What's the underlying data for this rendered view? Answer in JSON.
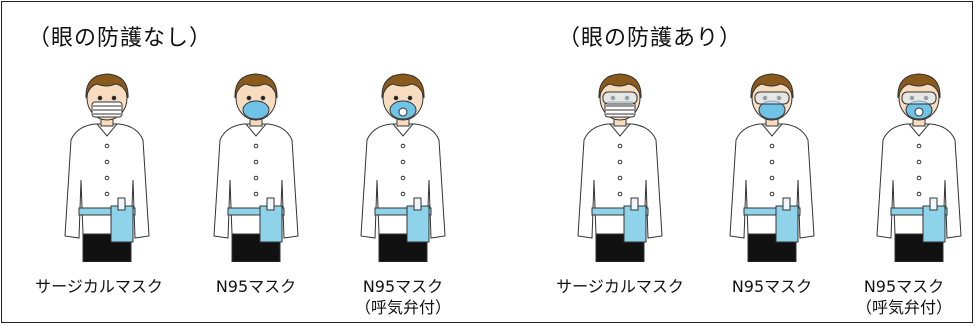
{
  "sections": [
    {
      "heading": "（眼の防護なし）"
    },
    {
      "heading": "（眼の防護あり）"
    }
  ],
  "figures": [
    {
      "caption_line1": "サージカルマスク",
      "caption_line2": "",
      "mask": "surgical",
      "eye_protection": false
    },
    {
      "caption_line1": "N95マスク",
      "caption_line2": "",
      "mask": "n95",
      "eye_protection": false
    },
    {
      "caption_line1": "N95マスク",
      "caption_line2": "（呼気弁付）",
      "mask": "n95-valve",
      "eye_protection": false
    },
    {
      "caption_line1": "サージカルマスク",
      "caption_line2": "",
      "mask": "surgical",
      "eye_protection": true
    },
    {
      "caption_line1": "N95マスク",
      "caption_line2": "",
      "mask": "n95",
      "eye_protection": true
    },
    {
      "caption_line1": "N95マスク",
      "caption_line2": "（呼気弁付）",
      "mask": "n95-valve",
      "eye_protection": true
    }
  ],
  "colors": {
    "hair": "#8a5a1c",
    "skin": "#f7dcc0",
    "shirt": "#ffffff",
    "pants": "#111111",
    "belt_bag": "#8fd3ea",
    "surgical_mask": "#ffffff",
    "n95_mask": "#6fc3e6",
    "goggles": "#dcefff"
  }
}
